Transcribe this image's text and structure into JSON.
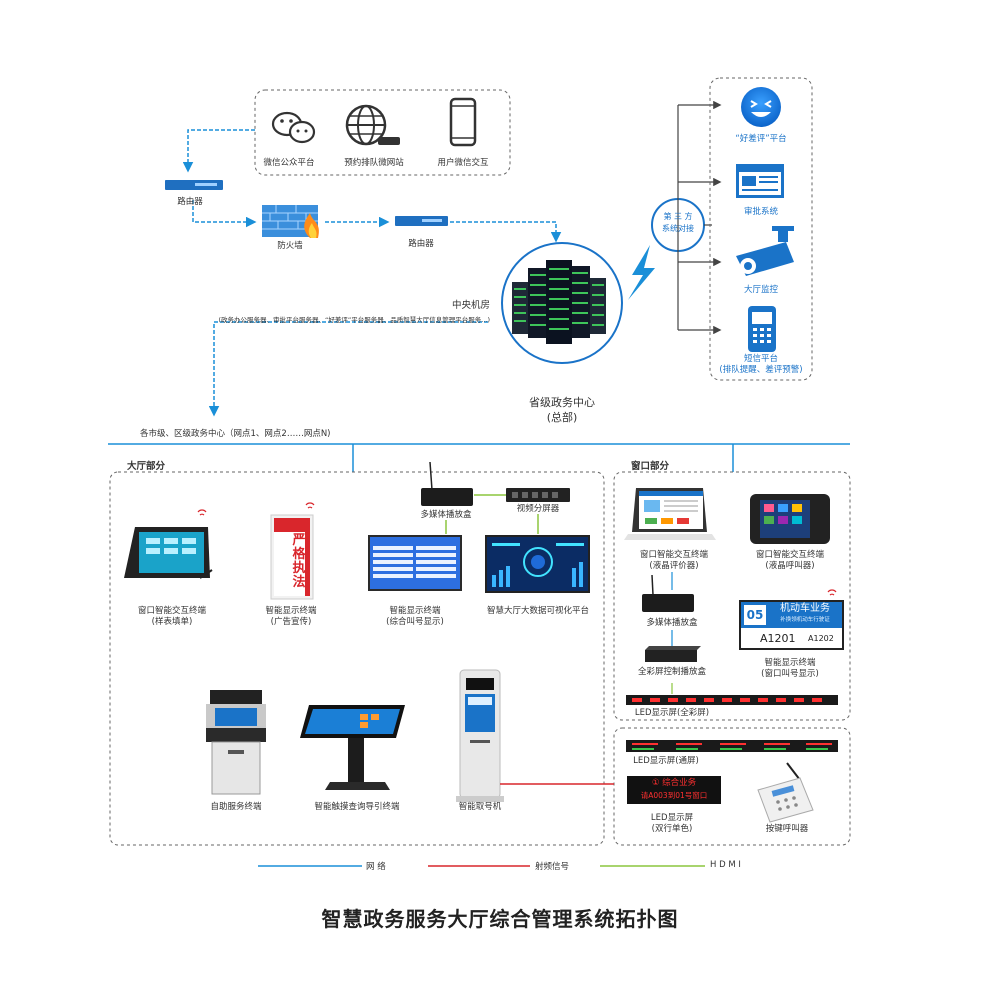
{
  "top_channels": {
    "wechat": "微信公众平台",
    "booking": "预约排队微网站",
    "mobile": "用户微信交互"
  },
  "network": {
    "router1": "路由器",
    "firewall": "防火墙",
    "router2": "路由器",
    "central_room": "中央机房",
    "central_desc": "(政务办公服务器、审批平台服务器、“好差评”平台服务器、品质智慧大厅信息管理平台服务...)",
    "center_line1": "省级政务中心",
    "center_line2": "(总部)",
    "branches": "各市级、区级政务中心（网点1、网点2……网点N)"
  },
  "third_party": {
    "hub_line1": "第 三 方",
    "hub_line2": "系统对接",
    "items": [
      {
        "label": "“好差评”平台",
        "icon": "smiley-icon"
      },
      {
        "label": "审批系统",
        "icon": "browser-icon"
      },
      {
        "label": "大厅监控",
        "icon": "camera-icon"
      },
      {
        "label": "短信平台",
        "sub": "(排队提醒、差评预警)",
        "icon": "phone-icon"
      }
    ]
  },
  "hall": {
    "title": "大厅部分",
    "media_box": "多媒体播放盒",
    "splitter": "视频分屏器",
    "devices": [
      {
        "name": "窗口智能交互终端",
        "sub": "(样表填单)"
      },
      {
        "name": "智能显示终端",
        "sub": "(广告宣传)"
      },
      {
        "name": "智能显示终端",
        "sub": "(综合叫号显示)"
      },
      {
        "name": "智慧大厅大数据可视化平台",
        "sub": ""
      },
      {
        "name": "自助服务终端",
        "sub": ""
      },
      {
        "name": "智能触摸查询导引终端",
        "sub": ""
      },
      {
        "name": "智能取号机",
        "sub": ""
      }
    ],
    "banner_text": "严格执法"
  },
  "window": {
    "title": "窗口部分",
    "devices": [
      {
        "name": "窗口智能交互终端",
        "sub": "(液晶评价器)"
      },
      {
        "name": "窗口智能交互终端",
        "sub": "(液晶呼叫器)"
      },
      {
        "name": "多媒体播放盒",
        "sub": ""
      },
      {
        "name": "智能显示终端",
        "sub": "(窗口叫号显示)"
      },
      {
        "name": "全彩屏控制播放盒",
        "sub": ""
      },
      {
        "name": "LED显示屏(全彩屏)",
        "sub": ""
      }
    ],
    "display_screen": {
      "num": "05",
      "biz": "机动车业务",
      "sub": "补换领机动车行驶证",
      "left": "A1201",
      "right": "A1202"
    }
  },
  "led": {
    "general": "LED显示屏(通屏)",
    "double": "LED显示屏",
    "double_sub": "(双行单色)",
    "keypad": "按键呼叫器",
    "line1": "① 综合业务",
    "line2": "请A003到01号窗口"
  },
  "legend": {
    "network": "网  络",
    "rf": "射频信号",
    "hdmi": "H D M I"
  },
  "colors": {
    "network": "#1a8fd8",
    "rf": "#d9262c",
    "hdmi": "#8cc63f",
    "accent": "#1a73c8"
  },
  "title": "智慧政务服务大厅综合管理系统拓扑图"
}
